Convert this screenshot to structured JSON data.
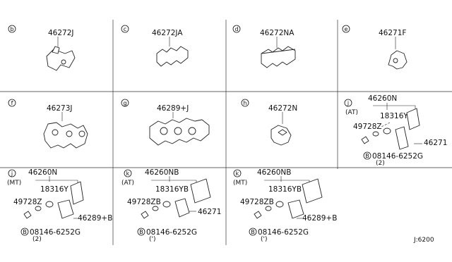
{
  "panels": {
    "b": {
      "letter": "b",
      "part": "46272J"
    },
    "c": {
      "letter": "c",
      "part": "46272JA"
    },
    "d": {
      "letter": "d",
      "part": "46272NA"
    },
    "e": {
      "letter": "e",
      "part": "46271F"
    },
    "f": {
      "letter": "f",
      "part": "46273J"
    },
    "g": {
      "letter": "g",
      "part": "46289+J"
    },
    "h": {
      "letter": "h",
      "part": "46272N"
    },
    "j_at": {
      "letter": "j",
      "variant": "(AT)",
      "p1": "46260N",
      "p2": "18316Y",
      "p3": "49728Z",
      "p4": "46271",
      "bolt_circle": "B",
      "bolt": "08146-6252G",
      "qty": "(2)"
    },
    "j_mt": {
      "letter": "j",
      "variant": "(MT)",
      "p1": "46260N",
      "p2": "18316Y",
      "p3": "49728Z",
      "p4": "46289+B",
      "bolt_circle": "B",
      "bolt": "08146-6252G",
      "qty": "(2)"
    },
    "k_at": {
      "letter": "k",
      "variant": "(AT)",
      "p1": "46260NB",
      "p2": "18316YB",
      "p3": "49728ZB",
      "p4": "46271",
      "bolt_circle": "B",
      "bolt": "08146-6252G",
      "qty": "(')"
    },
    "k_mt": {
      "letter": "k",
      "variant": "(MT)",
      "p1": "46260NB",
      "p2": "18316YB",
      "p3": "49728ZB",
      "p4": "46289+B",
      "bolt_circle": "B",
      "bolt": "08146-6252G",
      "qty": "(')"
    }
  },
  "footer_code": "J:6200"
}
